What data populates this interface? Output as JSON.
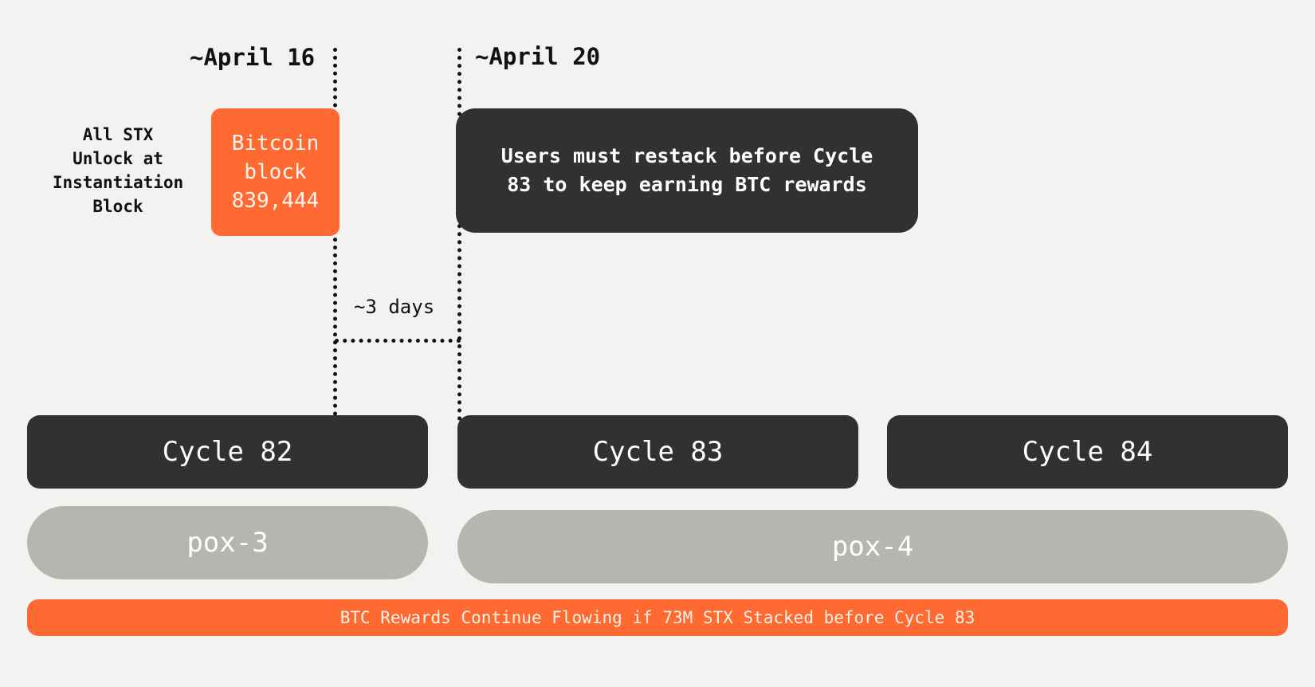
{
  "dates": {
    "april16": "~April 16",
    "april20": "~April 20"
  },
  "unlock_note": [
    "All STX",
    "Unlock at",
    "Instantiation",
    "Block"
  ],
  "bitcoin_block": [
    "Bitcoin",
    "block",
    "839,444"
  ],
  "restack_note": [
    "Users must restack before Cycle",
    "83 to keep earning BTC rewards"
  ],
  "gap_label": "~3 days",
  "cycles": [
    "Cycle 82",
    "Cycle 83",
    "Cycle 84"
  ],
  "pox": [
    "pox-3",
    "pox-4"
  ],
  "rewards_banner": "BTC Rewards Continue Flowing if 73M STX Stacked before Cycle 83",
  "colors": {
    "background": "#f3f2f0",
    "accent_orange": "#ff6a33",
    "dark_box": "#313131",
    "pox_gray": "#b7b5b0"
  }
}
